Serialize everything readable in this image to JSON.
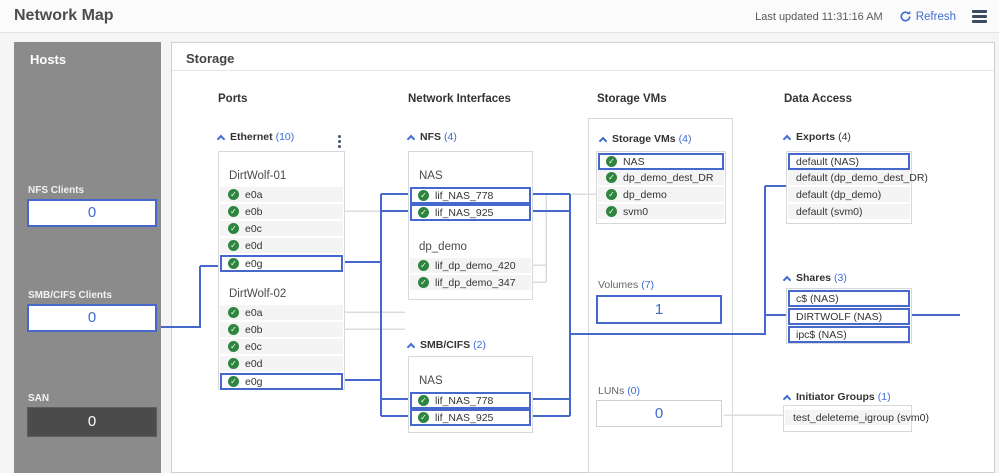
{
  "header": {
    "title": "Network Map",
    "last_updated": "Last updated 11:31:16 AM",
    "refresh_label": "Refresh"
  },
  "icons": {
    "refresh": "circular-refresh-arrows",
    "menu": "hamburger-menu",
    "kebab": "vertical-ellipsis",
    "status": "green-check-circle",
    "collapse": "chevron-up"
  },
  "colors": {
    "accent_blue": "#4667cb",
    "link_blue": "#3e6bd2",
    "status_green": "#2e8540",
    "sidebar_gray": "#8b8b8b",
    "san_box_gray": "#4b4b4b"
  },
  "hosts": {
    "title": "Hosts",
    "metrics": [
      {
        "label": "NFS Clients",
        "value": "0"
      },
      {
        "label": "SMB/CIFS Clients",
        "value": "0"
      },
      {
        "label": "SAN",
        "value": "0"
      }
    ]
  },
  "storage": {
    "title": "Storage",
    "columns": {
      "ports": "Ports",
      "network_interfaces": "Network Interfaces",
      "storage_vms": "Storage VMs",
      "data_access": "Data Access"
    },
    "ports": {
      "section_label": "Ethernet",
      "section_count": "(10)",
      "groups": [
        {
          "name": "DirtWolf-01",
          "items": [
            {
              "name": "e0a",
              "selected": false
            },
            {
              "name": "e0b",
              "selected": false
            },
            {
              "name": "e0c",
              "selected": false
            },
            {
              "name": "e0d",
              "selected": false
            },
            {
              "name": "e0g",
              "selected": true
            }
          ]
        },
        {
          "name": "DirtWolf-02",
          "items": [
            {
              "name": "e0a",
              "selected": false
            },
            {
              "name": "e0b",
              "selected": false
            },
            {
              "name": "e0c",
              "selected": false
            },
            {
              "name": "e0d",
              "selected": false
            },
            {
              "name": "e0g",
              "selected": true
            }
          ]
        }
      ]
    },
    "network_interfaces": {
      "nfs": {
        "label": "NFS",
        "count": "(4)",
        "groups": [
          {
            "name": "NAS",
            "items": [
              {
                "name": "lif_NAS_778",
                "selected": true
              },
              {
                "name": "lif_NAS_925",
                "selected": true
              }
            ]
          },
          {
            "name": "dp_demo",
            "items": [
              {
                "name": "lif_dp_demo_420",
                "selected": false
              },
              {
                "name": "lif_dp_demo_347",
                "selected": false
              }
            ]
          }
        ]
      },
      "smb": {
        "label": "SMB/CIFS",
        "count": "(2)",
        "groups": [
          {
            "name": "NAS",
            "items": [
              {
                "name": "lif_NAS_778",
                "selected": true
              },
              {
                "name": "lif_NAS_925",
                "selected": true
              }
            ]
          }
        ]
      }
    },
    "storage_vms": {
      "label": "Storage VMs",
      "count": "(4)",
      "items": [
        {
          "name": "NAS",
          "selected": true
        },
        {
          "name": "dp_demo_dest_DR",
          "selected": false
        },
        {
          "name": "dp_demo",
          "selected": false
        },
        {
          "name": "svm0",
          "selected": false
        }
      ],
      "volumes": {
        "label": "Volumes",
        "count": "(7)",
        "value": "1"
      },
      "luns": {
        "label": "LUNs",
        "count": "(0)",
        "value": "0"
      }
    },
    "data_access": {
      "exports": {
        "label": "Exports",
        "count": "(4)",
        "items": [
          {
            "name": "default (NAS)",
            "selected": true
          },
          {
            "name": "default (dp_demo_dest_DR)",
            "selected": false
          },
          {
            "name": "default (dp_demo)",
            "selected": false
          },
          {
            "name": "default (svm0)",
            "selected": false
          }
        ]
      },
      "shares": {
        "label": "Shares",
        "count": "(3)",
        "items": [
          {
            "name": "c$ (NAS)",
            "selected": true
          },
          {
            "name": "DIRTWOLF (NAS)",
            "selected": true
          },
          {
            "name": "ipc$ (NAS)",
            "selected": true
          }
        ]
      },
      "initiator_groups": {
        "label": "Initiator Groups",
        "count": "(1)",
        "items": [
          {
            "name": "test_deleteme_igroup (svm0)",
            "selected": false
          }
        ]
      }
    }
  }
}
